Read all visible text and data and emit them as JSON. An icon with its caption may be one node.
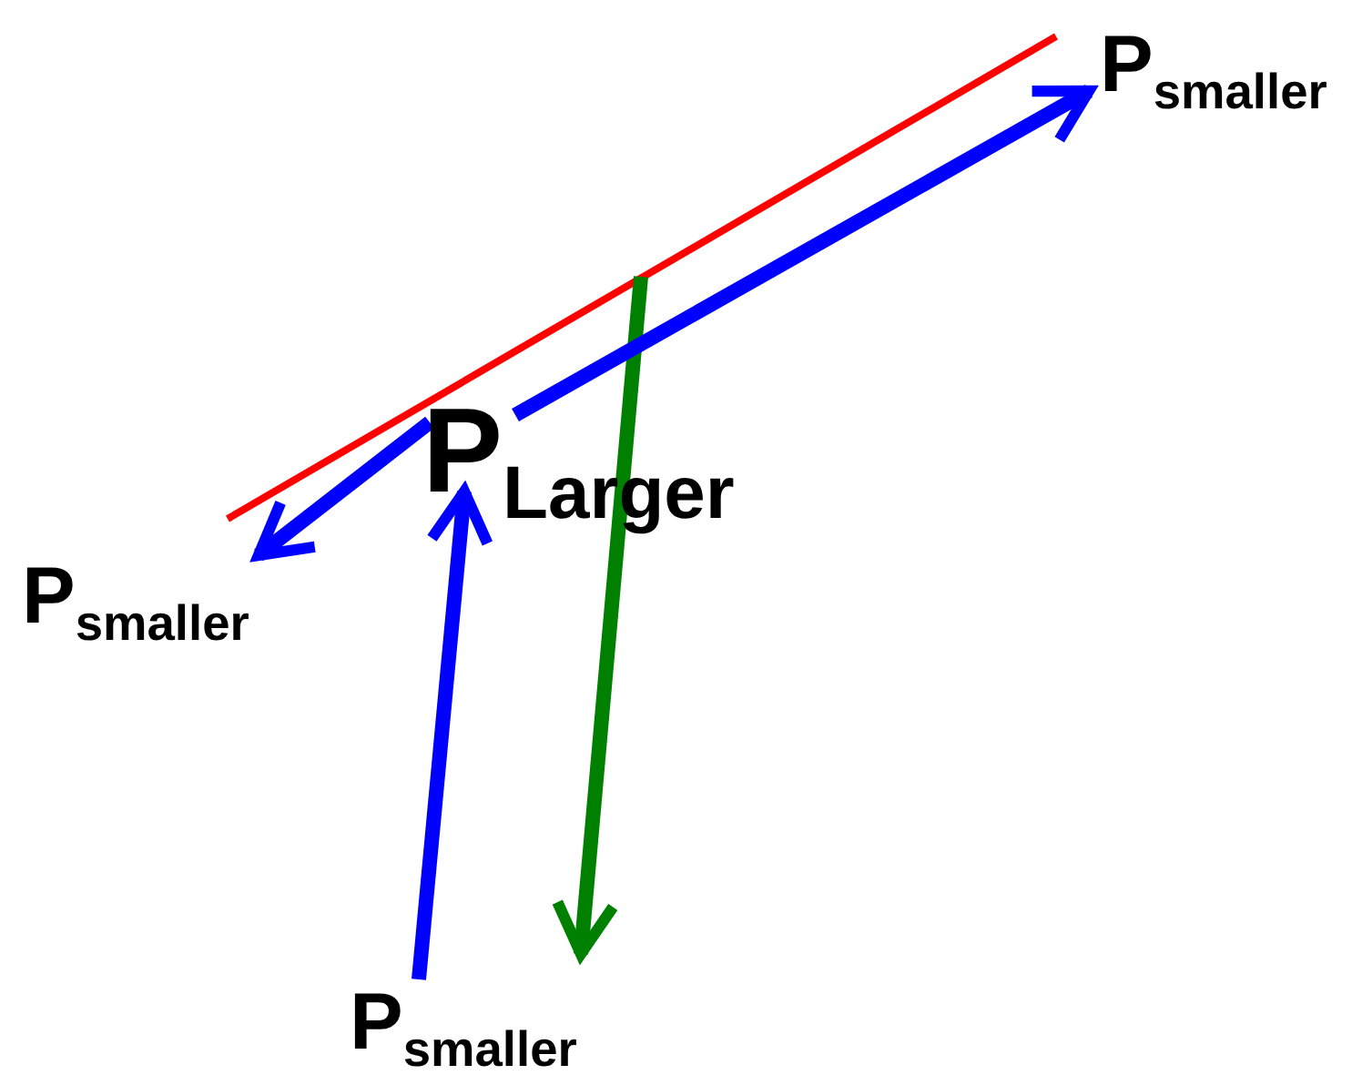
{
  "diagram": {
    "nodes": [
      {
        "text": [
          "P$_{Larger}$"
        ]
      },
      {
        "text": [
          "P$_{smaller}$"
        ]
      },
      {
        "text": [
          "P$_{smaller}$"
        ]
      },
      {
        "text": [
          "P$_{smaller}$"
        ]
      }
    ],
    "edges": [
      {
        "from": 0,
        "to": 1,
        "arrow": "to"
      },
      {
        "from": 0,
        "to": 2,
        "arrow": "to"
      },
      {
        "from": 3,
        "to": 0,
        "arrow": "to"
      }
    ]
  }
}
